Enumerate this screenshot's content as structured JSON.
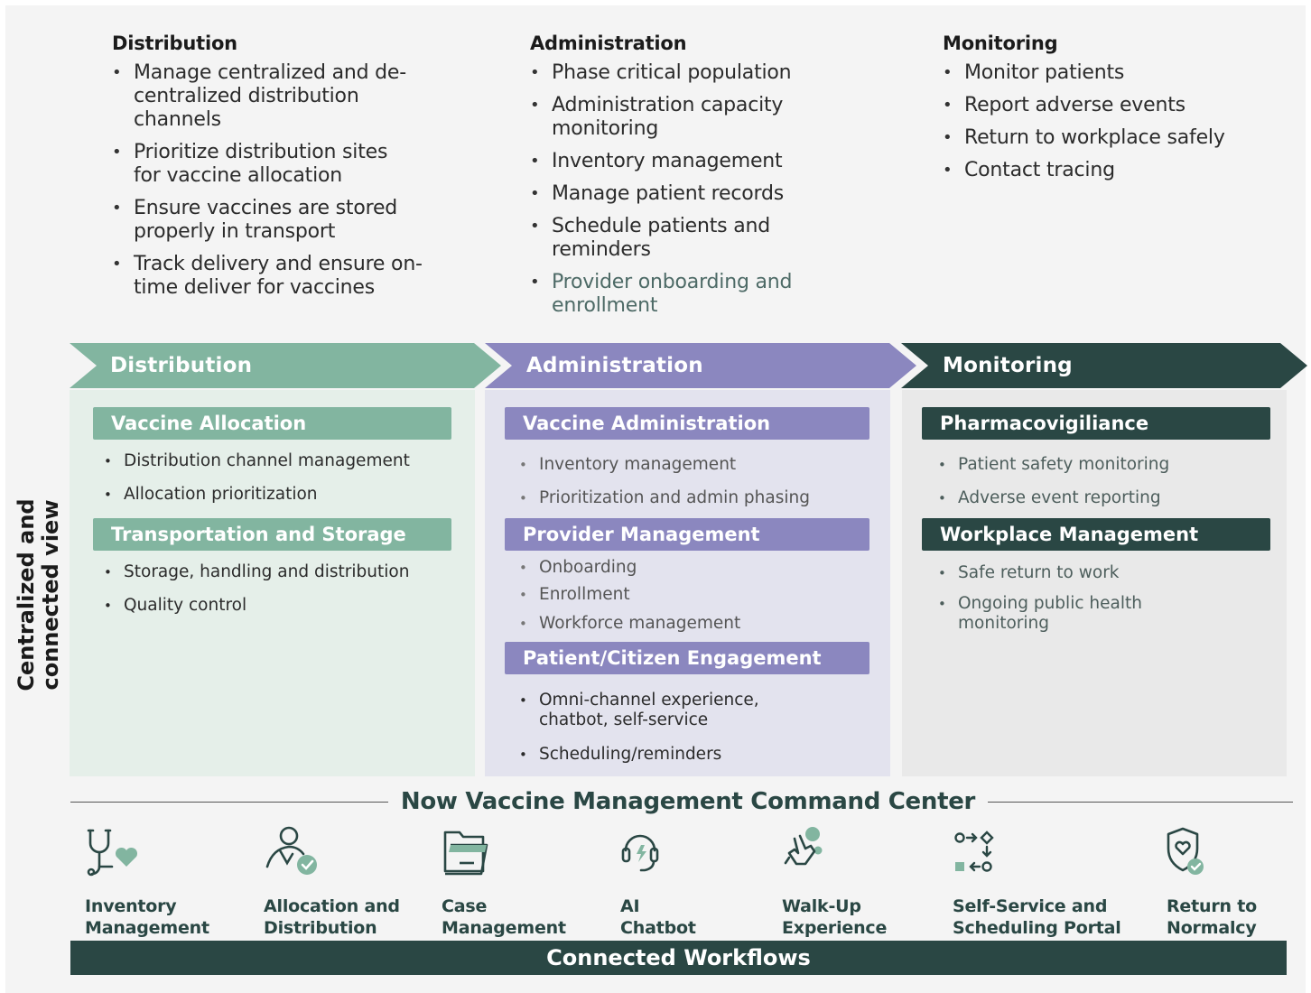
{
  "top": {
    "distribution": {
      "title": "Distribution",
      "items": [
        "Manage centralized and de-centralized distribution channels",
        "Prioritize distribution sites for vaccine allocation",
        "Ensure vaccines are stored properly in transport",
        "Track delivery and ensure on-time deliver for vaccines"
      ]
    },
    "administration": {
      "title": "Administration",
      "items": [
        "Phase critical population",
        "Administration capacity monitoring",
        "Inventory management",
        "Manage patient records",
        "Schedule patients and reminders",
        "Provider onboarding and enrollment"
      ]
    },
    "monitoring": {
      "title": "Monitoring",
      "items": [
        "Monitor patients",
        "Report adverse events",
        "Return to workplace safely",
        "Contact tracing"
      ]
    }
  },
  "banner": {
    "distribution": "Distribution",
    "administration": "Administration",
    "monitoring": "Monitoring"
  },
  "side_label": {
    "line1": "Centralized and",
    "line2": "connected view"
  },
  "panels": {
    "distribution": {
      "sections": [
        {
          "title": "Vaccine Allocation",
          "items": [
            "Distribution channel management",
            "Allocation prioritization"
          ]
        },
        {
          "title": "Transportation and Storage",
          "items": [
            "Storage, handling and distribution",
            "Quality control"
          ]
        }
      ]
    },
    "administration": {
      "sections": [
        {
          "title": "Vaccine Administration",
          "items": [
            "Inventory management",
            "Prioritization and admin phasing"
          ]
        },
        {
          "title": "Provider Management",
          "items": [
            "Onboarding",
            "Enrollment",
            "Workforce management"
          ]
        },
        {
          "title": "Patient/Citizen Engagement",
          "items": [
            "Omni-channel experience, chatbot, self-service",
            "Scheduling/reminders"
          ]
        }
      ]
    },
    "monitoring": {
      "sections": [
        {
          "title": "Pharmacovigiliance",
          "items": [
            "Patient safety monitoring",
            "Adverse event reporting"
          ]
        },
        {
          "title": "Workplace Management",
          "items": [
            "Safe return to work",
            "Ongoing public health monitoring"
          ]
        }
      ]
    }
  },
  "command_center": {
    "title": "Now Vaccine Management Command Center",
    "features": [
      {
        "icon": "stethoscope-heart-icon",
        "line1": "Inventory",
        "line2": "Management"
      },
      {
        "icon": "person-check-icon",
        "line1": "Allocation and",
        "line2": "Distribution"
      },
      {
        "icon": "folder-icon",
        "line1": "Case",
        "line2": "Management"
      },
      {
        "icon": "headset-icon",
        "line1": "AI",
        "line2": "Chatbot"
      },
      {
        "icon": "hand-tap-icon",
        "line1": "Walk-Up",
        "line2": "Experience"
      },
      {
        "icon": "workflow-icon",
        "line1": "Self-Service and",
        "line2": "Scheduling Portal"
      },
      {
        "icon": "shield-heart-icon",
        "line1": "Return to",
        "line2": "Normalcy"
      }
    ]
  },
  "bottom_bar": "Connected Workflows",
  "colors": {
    "green": "#82b5a0",
    "purple": "#8b87bf",
    "dark": "#2a4744"
  }
}
